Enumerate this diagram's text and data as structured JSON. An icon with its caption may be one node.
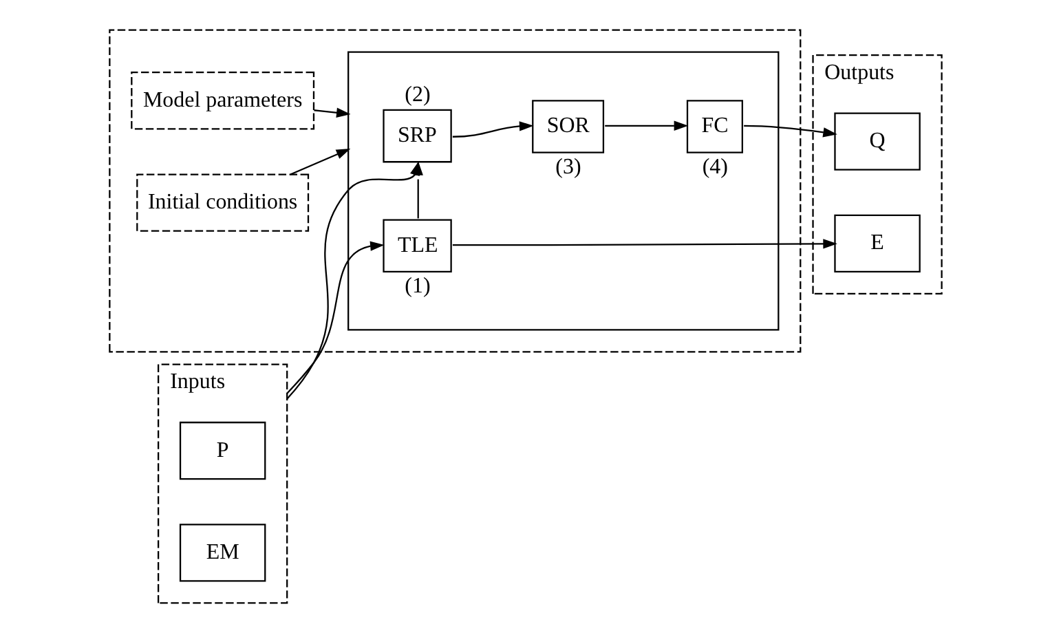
{
  "diagram": {
    "nodes": [
      {
        "text": [],
        "shape": "box"
      },
      {
        "text": [
          "Inputs"
        ]
      },
      {
        "text": [
          "P"
        ],
        "in": 1
      },
      {
        "text": [
          "EM"
        ],
        "in": 1
      },
      {
        "text": [
          "Model parameters"
        ],
        "in": 0
      },
      {
        "text": [
          "Initial conditions"
        ],
        "in": 0
      },
      {
        "text": [],
        "shape": "box",
        "in": 0
      },
      {
        "text": [
          "SRP"
        ],
        "in": 6,
        "beside": [
          "(2)"
        ]
      },
      {
        "text": [
          "TLE"
        ],
        "in": 6,
        "beside": [
          "(1)"
        ]
      },
      {
        "text": [
          "SOR"
        ],
        "in": 6,
        "beside": [
          "(3)"
        ]
      },
      {
        "text": [
          "FC"
        ],
        "in": 6,
        "beside": [
          "(4)"
        ]
      },
      {
        "text": [
          "Outputs"
        ]
      },
      {
        "text": [
          "Q"
        ],
        "in": 11
      },
      {
        "text": [
          "E"
        ],
        "in": 11
      }
    ],
    "edges": [
      {
        "from": 1,
        "to": 7,
        "arrow": "to"
      },
      {
        "from": 1,
        "to": 8,
        "arrow": "to"
      },
      {
        "from": 8,
        "to": 7,
        "arrow": "to"
      },
      {
        "from": 7,
        "to": 9,
        "arrow": "to"
      },
      {
        "from": 9,
        "to": 10,
        "arrow": "to"
      },
      {
        "from": 10,
        "to": 12,
        "arrow": "to"
      },
      {
        "from": 8,
        "to": 13,
        "arrow": "to"
      },
      {
        "from": 4,
        "to": 6,
        "arrow": "to"
      },
      {
        "from": 5,
        "to": 6,
        "arrow": "to"
      }
    ]
  }
}
